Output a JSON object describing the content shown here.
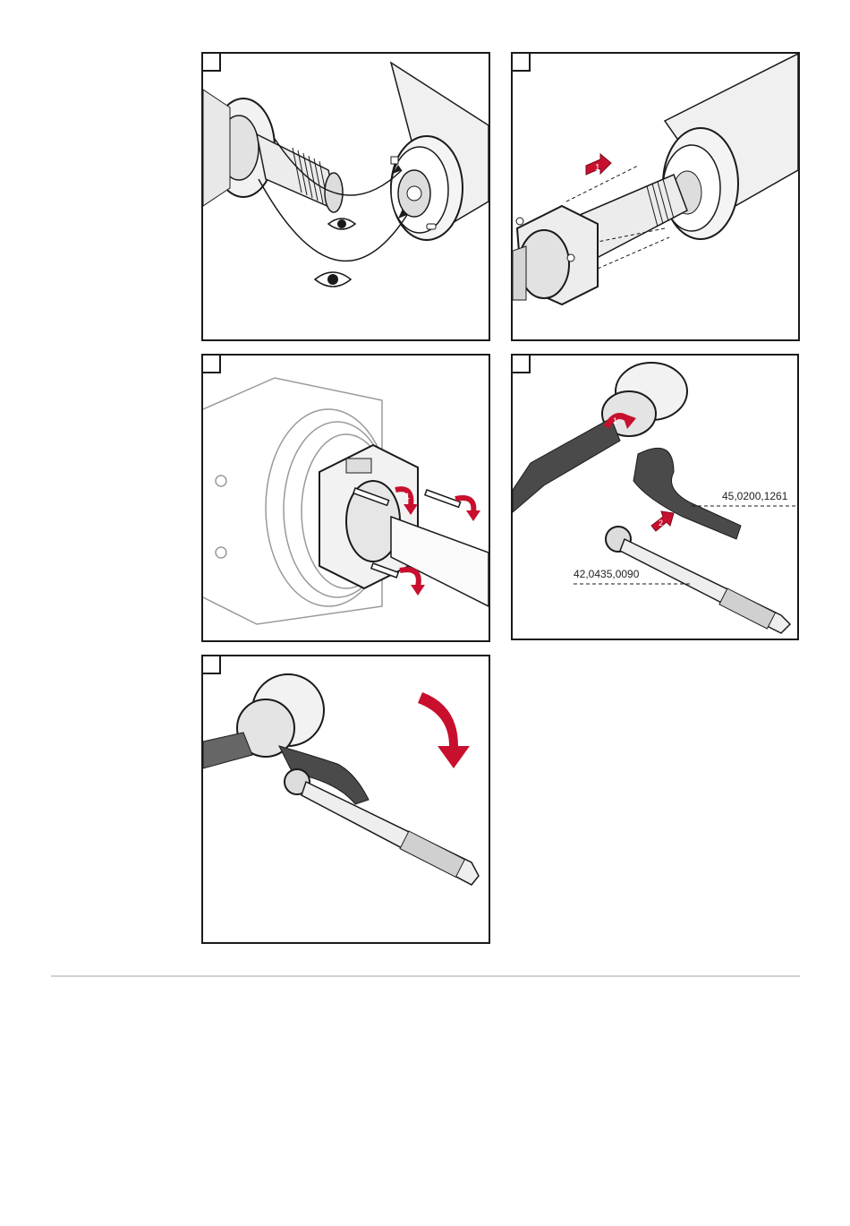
{
  "steps": [
    {
      "id": "1",
      "label": ""
    },
    {
      "id": "2",
      "label": ""
    },
    {
      "id": "3",
      "label": ""
    },
    {
      "id": "4",
      "label": ""
    },
    {
      "id": "5",
      "label": ""
    }
  ],
  "callouts": {
    "panel2_arrow": "1",
    "panel3_arrow_a": "1",
    "panel3_arrow_b": "1",
    "panel4_arrow_a": "1",
    "panel4_arrow_b": "2"
  },
  "part_numbers": {
    "spanner": "45,0200,1261",
    "torque_wrench": "42,0435,0090"
  },
  "icons": [
    "eye-icon",
    "red-arrow-icon",
    "curved-arrow-icon"
  ],
  "colors": {
    "accent_red": "#c8102e",
    "line": "#1a1a1a",
    "metal": "#e6e6e6",
    "tool": "#4a4a4a",
    "divider": "#d0d0d0"
  }
}
